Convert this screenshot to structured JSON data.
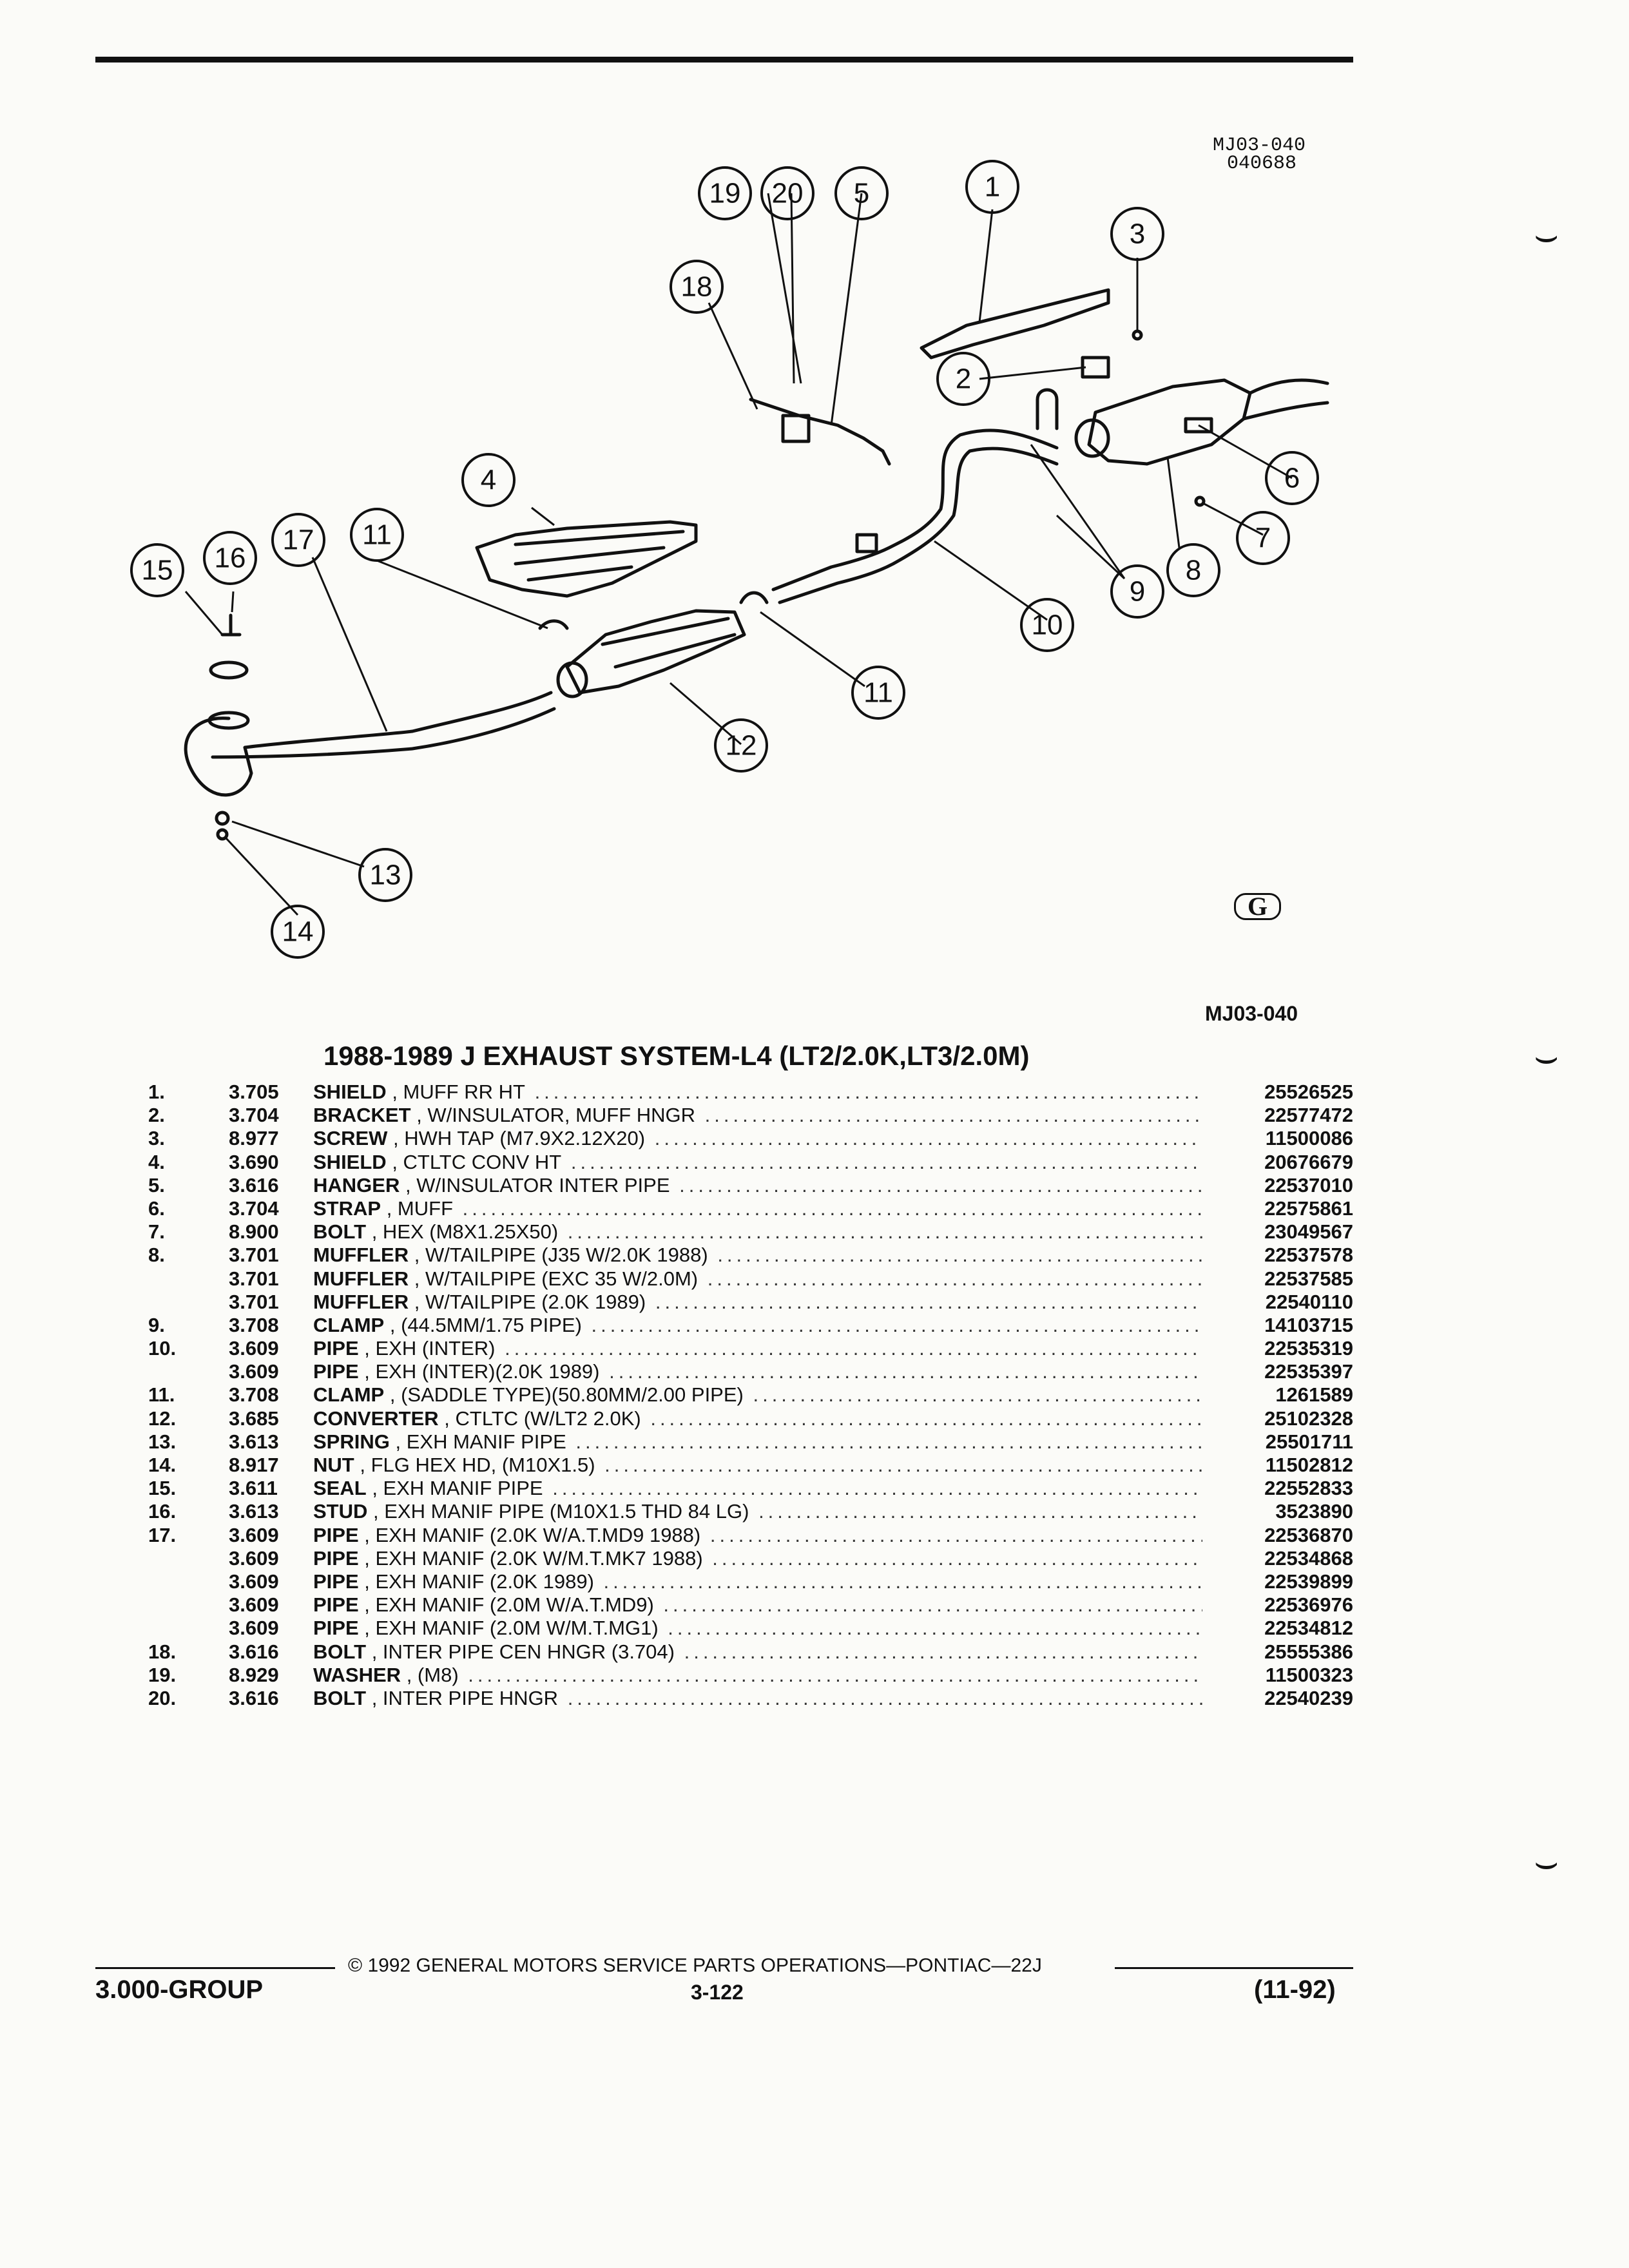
{
  "header": {
    "ref_code_line1": "MJ03-040",
    "ref_code_line2": "040688"
  },
  "diagram": {
    "callouts": [
      "1",
      "2",
      "3",
      "4",
      "5",
      "6",
      "7",
      "8",
      "9",
      "10",
      "11",
      "12",
      "13",
      "14",
      "15",
      "16",
      "17",
      "18",
      "19",
      "20"
    ],
    "figure_code": "MJ03-040",
    "logo_text": "G"
  },
  "title": "1988-1989 J EXHAUST SYSTEM-L4 (LT2/2.0K,LT3/2.0M)",
  "parts": [
    {
      "num": "1.",
      "group": "3.705",
      "name": "SHIELD",
      "detail": ", MUFF RR HT",
      "part": "25526525"
    },
    {
      "num": "2.",
      "group": "3.704",
      "name": "BRACKET",
      "detail": ", W/INSULATOR, MUFF HNGR",
      "part": "22577472"
    },
    {
      "num": "3.",
      "group": "8.977",
      "name": "SCREW",
      "detail": ", HWH TAP (M7.9X2.12X20)",
      "part": "11500086"
    },
    {
      "num": "4.",
      "group": "3.690",
      "name": "SHIELD",
      "detail": ", CTLTC CONV HT",
      "part": "20676679"
    },
    {
      "num": "5.",
      "group": "3.616",
      "name": "HANGER",
      "detail": ", W/INSULATOR INTER PIPE",
      "part": "22537010"
    },
    {
      "num": "6.",
      "group": "3.704",
      "name": "STRAP",
      "detail": ", MUFF",
      "part": "22575861"
    },
    {
      "num": "7.",
      "group": "8.900",
      "name": "BOLT",
      "detail": ", HEX (M8X1.25X50)",
      "part": "23049567"
    },
    {
      "num": "8.",
      "group": "3.701",
      "name": "MUFFLER",
      "detail": ", W/TAILPIPE (J35 W/2.0K 1988)",
      "part": "22537578"
    },
    {
      "num": "",
      "group": "3.701",
      "name": "MUFFLER",
      "detail": ", W/TAILPIPE (EXC 35 W/2.0M)",
      "part": "22537585"
    },
    {
      "num": "",
      "group": "3.701",
      "name": "MUFFLER",
      "detail": ", W/TAILPIPE (2.0K 1989)",
      "part": "22540110"
    },
    {
      "num": "9.",
      "group": "3.708",
      "name": "CLAMP",
      "detail": ", (44.5MM/1.75 PIPE)",
      "part": "14103715"
    },
    {
      "num": "10.",
      "group": "3.609",
      "name": "PIPE",
      "detail": ", EXH (INTER)",
      "part": "22535319"
    },
    {
      "num": "",
      "group": "3.609",
      "name": "PIPE",
      "detail": ", EXH (INTER)(2.0K 1989)",
      "part": "22535397"
    },
    {
      "num": "11.",
      "group": "3.708",
      "name": "CLAMP",
      "detail": ", (SADDLE TYPE)(50.80MM/2.00 PIPE)",
      "part": "1261589"
    },
    {
      "num": "12.",
      "group": "3.685",
      "name": "CONVERTER",
      "detail": ", CTLTC (W/LT2 2.0K)",
      "part": "25102328"
    },
    {
      "num": "13.",
      "group": "3.613",
      "name": "SPRING",
      "detail": ", EXH MANIF PIPE",
      "part": "25501711"
    },
    {
      "num": "14.",
      "group": "8.917",
      "name": "NUT",
      "detail": ", FLG HEX HD, (M10X1.5)",
      "part": "11502812"
    },
    {
      "num": "15.",
      "group": "3.611",
      "name": "SEAL",
      "detail": ", EXH MANIF PIPE",
      "part": "22552833"
    },
    {
      "num": "16.",
      "group": "3.613",
      "name": "STUD",
      "detail": ", EXH MANIF PIPE (M10X1.5 THD 84 LG)",
      "part": "3523890"
    },
    {
      "num": "17.",
      "group": "3.609",
      "name": "PIPE",
      "detail": ", EXH MANIF (2.0K W/A.T.MD9 1988)",
      "part": "22536870"
    },
    {
      "num": "",
      "group": "3.609",
      "name": "PIPE",
      "detail": ", EXH MANIF (2.0K W/M.T.MK7 1988)",
      "part": "22534868"
    },
    {
      "num": "",
      "group": "3.609",
      "name": "PIPE",
      "detail": ", EXH MANIF (2.0K 1989)",
      "part": "22539899"
    },
    {
      "num": "",
      "group": "3.609",
      "name": "PIPE",
      "detail": ", EXH MANIF (2.0M W/A.T.MD9)",
      "part": "22536976"
    },
    {
      "num": "",
      "group": "3.609",
      "name": "PIPE",
      "detail": ", EXH MANIF (2.0M W/M.T.MG1)",
      "part": "22534812"
    },
    {
      "num": "18.",
      "group": "3.616",
      "name": "BOLT",
      "detail": ", INTER PIPE CEN HNGR (3.704)",
      "part": "25555386"
    },
    {
      "num": "19.",
      "group": "8.929",
      "name": "WASHER",
      "detail": ", (M8)",
      "part": "11500323"
    },
    {
      "num": "20.",
      "group": "3.616",
      "name": "BOLT",
      "detail": ", INTER PIPE HNGR",
      "part": "22540239"
    }
  ],
  "footer": {
    "copyright": "© 1992 GENERAL MOTORS SERVICE PARTS OPERATIONS—PONTIAC—22J",
    "group": "3.000-GROUP",
    "page": "3-122",
    "date_code": "(11-92)"
  }
}
